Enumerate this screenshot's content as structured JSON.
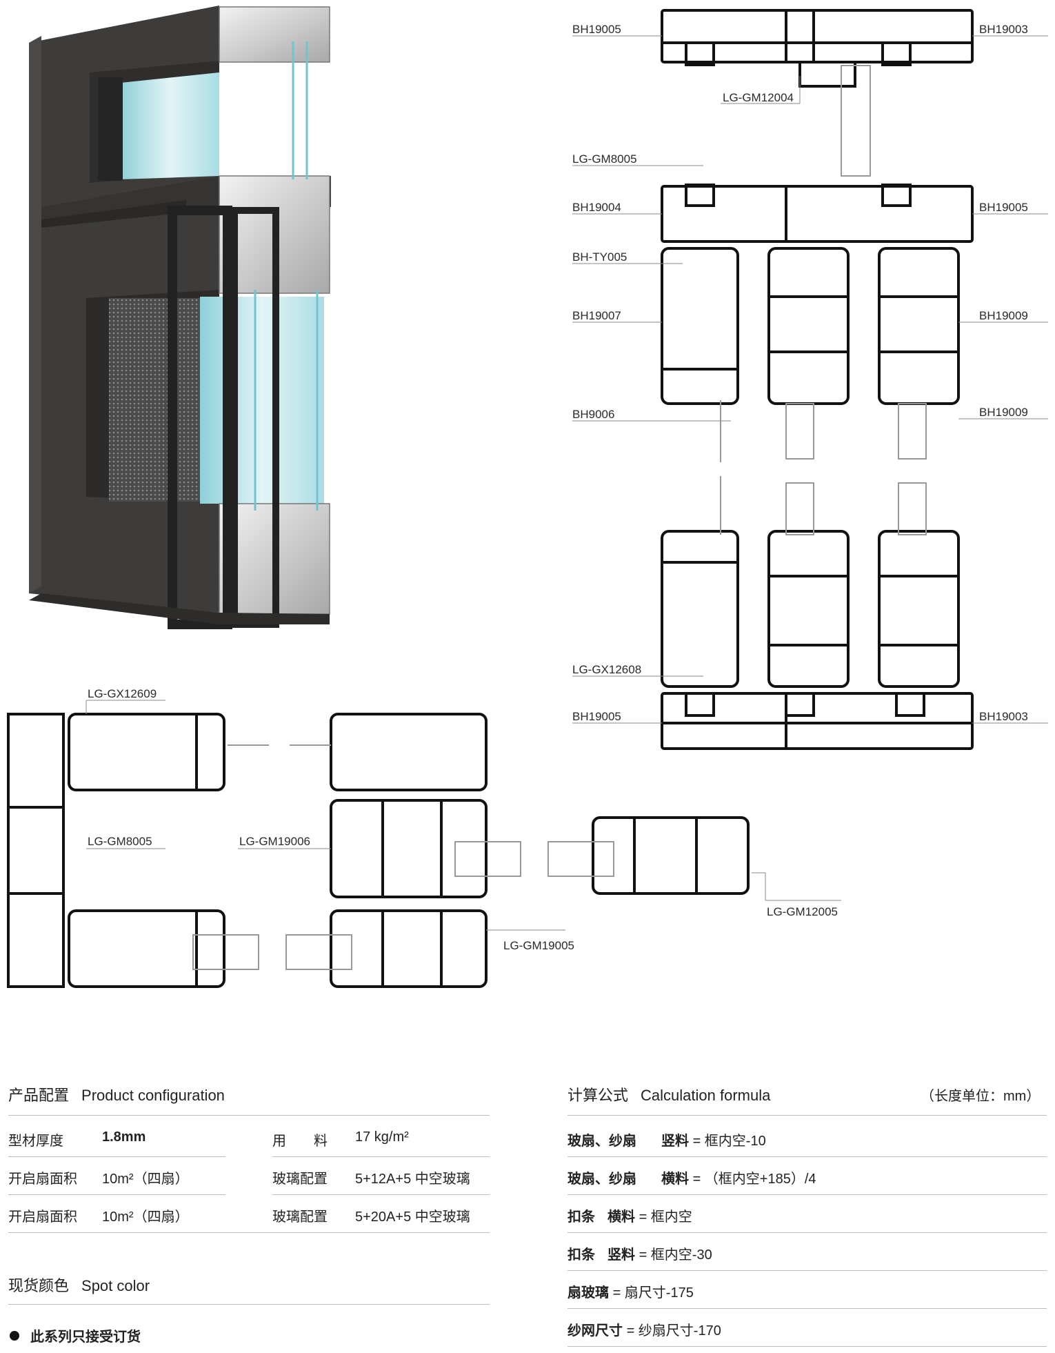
{
  "labels": {
    "top_right": [
      "BH19005",
      "BH19003",
      "LG-GM12004",
      "LG-GM8005",
      "BH19004",
      "BH19005",
      "BH-TY005",
      "BH19007",
      "BH19009",
      "BH9006",
      "BH19009",
      "LG-GX12608",
      "BH19005",
      "BH19003"
    ],
    "bottom_left": [
      "LG-GX12609",
      "LG-GM8005",
      "LG-GM19006",
      "LG-GM12005",
      "LG-GM19005"
    ]
  },
  "product_config": {
    "title_cn": "产品配置",
    "title_en": "Product configuration",
    "rows": [
      {
        "k1": "型材厚度",
        "v1": "1.8mm",
        "k2": "用　　料",
        "v2": "17 kg/m²"
      },
      {
        "k1": "开启扇面积",
        "v1": "10m²（四扇）",
        "k2": "玻璃配置",
        "v2": "5+12A+5 中空玻璃"
      },
      {
        "k1": "开启扇面积",
        "v1": "10m²（四扇）",
        "k2": "玻璃配置",
        "v2": "5+20A+5 中空玻璃"
      }
    ]
  },
  "spot_color": {
    "title_cn": "现货颜色",
    "title_en": "Spot color",
    "note": "此系列只接受订货"
  },
  "calc_formula": {
    "title_cn": "计算公式",
    "title_en": "Calculation formula",
    "unit": "（长度单位：mm）",
    "rows": [
      {
        "a": "玻扇、纱扇",
        "b": "竖料",
        "c": "= 框内空-10"
      },
      {
        "a": "玻扇、纱扇",
        "b": "横料",
        "c": "= （框内空+185）/4"
      },
      {
        "a": "扣条",
        "b": "横料",
        "c": "= 框内空"
      },
      {
        "a": "扣条",
        "b": "竖料",
        "c": "= 框内空-30"
      },
      {
        "a": "",
        "b": "扇玻璃",
        "c": "= 扇尺寸-175"
      },
      {
        "a": "",
        "b": "纱网尺寸",
        "c": "= 纱扇尺寸-170"
      }
    ]
  }
}
